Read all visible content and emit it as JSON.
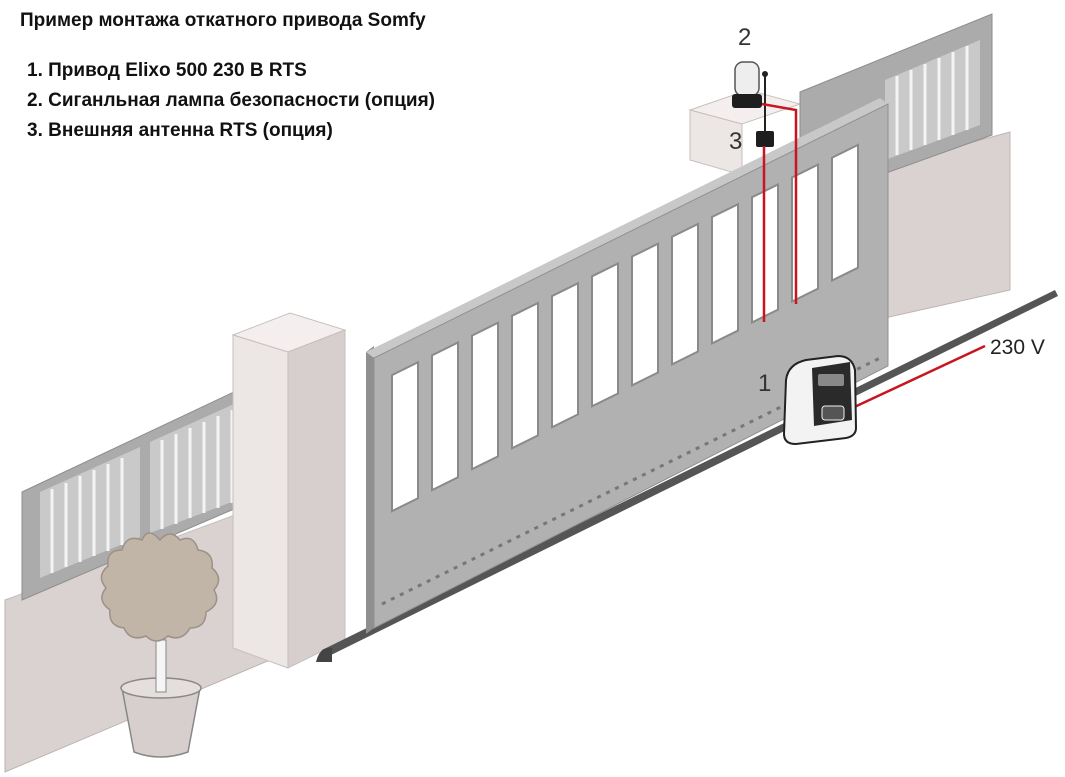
{
  "title": "Пример монтажа откатного привода Somfy",
  "legend": [
    "1. Привод Elixo 500 230 В RTS",
    "2. Сиганльная лампа безопасности (опция)",
    "3. Внешняя антенна RTS (опция)"
  ],
  "callouts": {
    "motor": "1",
    "lamp": "2",
    "antenna": "3"
  },
  "power_label": "230 V",
  "colors": {
    "wall": "#d9d2d0",
    "pillar": "#ece6e4",
    "fence_panel": "#aaaaaa",
    "gate": "#b1b1b1",
    "cable": "#c7161f",
    "plant": "#c1b5a8"
  }
}
